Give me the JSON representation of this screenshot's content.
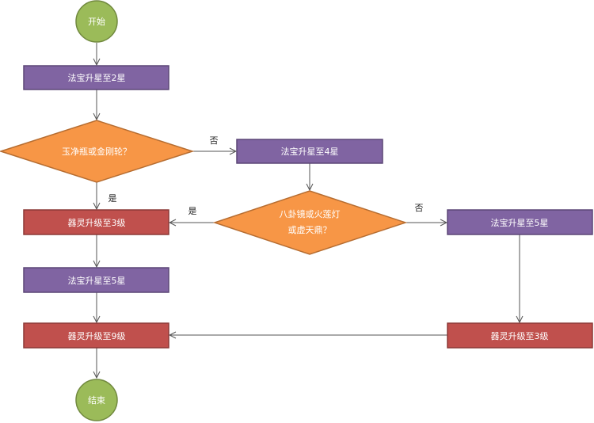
{
  "nodes": {
    "start": "开始",
    "step1": "法宝升星至2星",
    "decision1": "玉净瓶或金刚轮？",
    "step_no1": "法宝升星至4星",
    "decision2_line1": "八卦镜或火莲灯",
    "decision2_line2": "或虚天鼎？",
    "yes_step1": "器灵升级至3级",
    "no_step2": "法宝升星至5星",
    "step_mid": "法宝升星至5星",
    "step_final": "器灵升级至9级",
    "no_step2b": "器灵升级至3级",
    "end": "结束"
  },
  "labels": {
    "no1": "否",
    "yes1": "是",
    "yes2": "是",
    "no2": "否"
  },
  "colors": {
    "green": "#9bbb59",
    "purple": "#8064a2",
    "red": "#c0504d",
    "orange": "#f79646"
  }
}
